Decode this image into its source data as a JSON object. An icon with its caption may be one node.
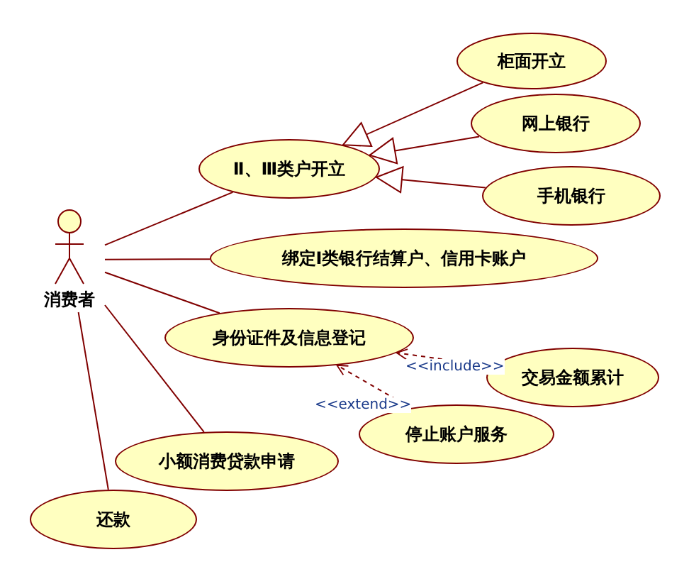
{
  "diagram": {
    "nodes": [
      {
        "text": [
          "柜面开立"
        ]
      },
      {
        "text": [
          "网上银行"
        ]
      },
      {
        "text": [
          "Ⅱ、Ⅲ类户开立"
        ]
      },
      {
        "text": [
          "手机银行"
        ]
      },
      {
        "text": [
          "消费者"
        ]
      },
      {
        "text": [
          "绑定I类银行结算户、信用卡账户"
        ]
      },
      {
        "text": [
          "身份证件及信息登记"
        ]
      },
      {
        "text": [
          "交易金额累计"
        ]
      },
      {
        "text": [
          "停止账户服务"
        ]
      },
      {
        "text": [
          "小额消费贷款申请"
        ]
      },
      {
        "text": [
          "还款"
        ]
      }
    ],
    "edges": [
      {
        "from": 0,
        "to": 2,
        "arrow": "to"
      },
      {
        "from": 1,
        "to": 2,
        "arrow": "to"
      },
      {
        "from": 3,
        "to": 2,
        "arrow": "to"
      },
      {
        "from": 4,
        "to": 2,
        "arrow": "none"
      },
      {
        "from": 4,
        "to": 5,
        "arrow": "none"
      },
      {
        "from": 4,
        "to": 6,
        "arrow": "none"
      },
      {
        "from": 4,
        "to": 9,
        "arrow": "none"
      },
      {
        "from": 4,
        "to": 10,
        "arrow": "none"
      },
      {
        "from": 7,
        "to": 6,
        "arrow": "to",
        "label": "<<include>>",
        "style": "dashed"
      },
      {
        "from": 8,
        "to": 6,
        "arrow": "to",
        "label": "<<extend>>",
        "style": "dashed"
      }
    ]
  }
}
